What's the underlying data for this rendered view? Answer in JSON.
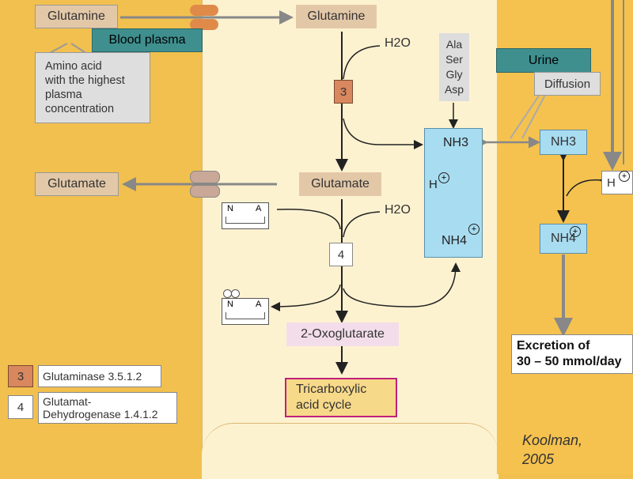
{
  "labels": {
    "glutamine_left": "Glutamine",
    "blood_plasma": "Blood plasma",
    "glutamine_center": "Glutamine",
    "h2o_1": "H2O",
    "amino_acids": [
      "Ala",
      "Ser",
      "Gly",
      "Asp"
    ],
    "urine": "Urine",
    "diffusion": "Diffusion",
    "amino_acid_note": [
      "Amino acid",
      "with the highest",
      "plasma",
      "concentration"
    ],
    "enzyme3_num": "3",
    "nh3_cell": "NH3",
    "nh3_urine": "NH3",
    "h_plus_cell": "H",
    "h_plus_right": "H",
    "glutamate_left": "Glutamate",
    "glutamate_center": "Glutamate",
    "h2o_2": "H2O",
    "nh4_cell": "NH4",
    "nh4_urine": "NH4",
    "enzyme4_num": "4",
    "oxoglutarate": "2-Oxoglutarate",
    "tca": [
      "Tricarboxylic",
      "acid cycle"
    ],
    "excretion": [
      "Excretion of",
      "30 – 50 mmol/day"
    ],
    "legend3_num": "3",
    "legend3_text": "Glutaminase 3.5.1.2",
    "legend4_num": "4",
    "legend4_text": [
      "Glutamat-",
      "Dehydrogenase 1.4.1.2"
    ],
    "nad_n": "N",
    "nad_a": "A",
    "credit": [
      "Koolman,",
      "2005"
    ]
  },
  "colors": {
    "background": "#f2c04e",
    "cell": "#fdf2d0",
    "enzyme3": "#d9875e",
    "nh_box": "#a8dcf0",
    "arrow_grey": "#888888",
    "arrow_dark": "#222222"
  }
}
